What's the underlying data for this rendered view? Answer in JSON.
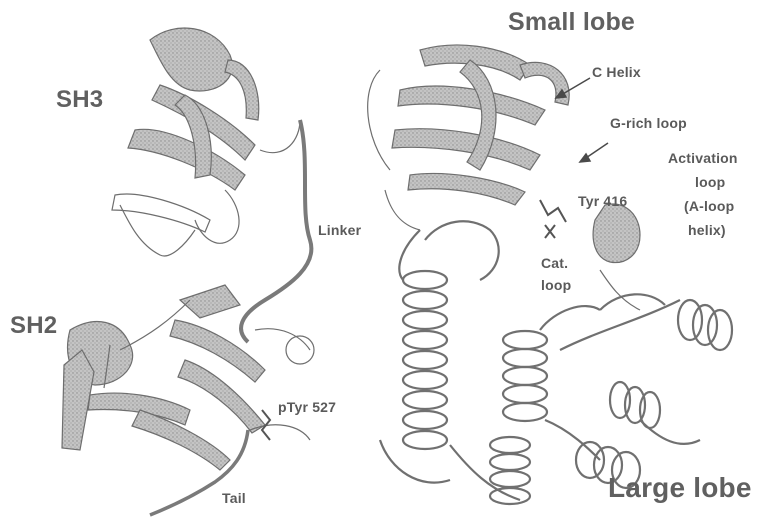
{
  "labels": {
    "small_lobe": "Small lobe",
    "sh3": "SH3",
    "c_helix": "C Helix",
    "g_rich_loop": "G-rich loop",
    "activation_line1": "Activation",
    "activation_line2": "loop",
    "activation_line3": "(A-loop",
    "activation_line4": "helix)",
    "tyr416": "Tyr 416",
    "linker": "Linker",
    "cat_line1": "Cat.",
    "cat_line2": "loop",
    "sh2": "SH2",
    "ptyr527": "pTyr 527",
    "tail": "Tail",
    "large_lobe": "Large lobe"
  },
  "colors": {
    "ribbon": "#b8b8b8",
    "ribbon_edge": "#6e6e6e",
    "text": "#5a5a5a"
  }
}
